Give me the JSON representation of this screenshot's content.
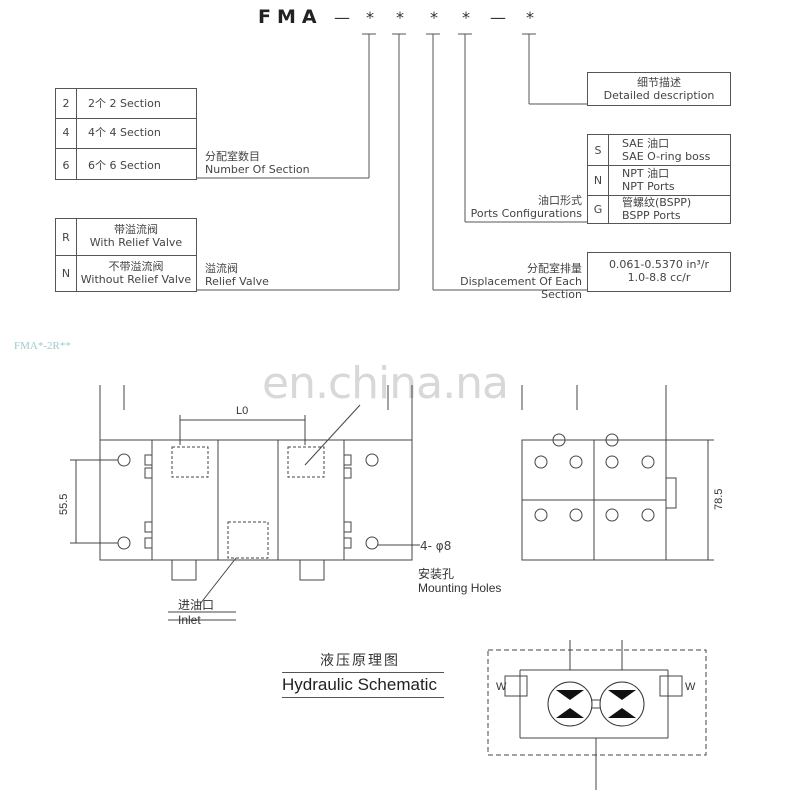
{
  "model_code": {
    "prefix": "FMA",
    "parts": [
      "—",
      "*",
      "*",
      "*",
      "*",
      "—",
      "*"
    ]
  },
  "section_count": {
    "rows": [
      {
        "key": "2",
        "value": "2个  2 Section"
      },
      {
        "key": "4",
        "value": "4个  4 Section"
      },
      {
        "key": "6",
        "value": "6个  6 Section"
      }
    ],
    "label_cn": "分配室数目",
    "label_en": "Number Of Section"
  },
  "relief_valve": {
    "rows": [
      {
        "key": "R",
        "value_cn": "带溢流阀",
        "value_en": "With Relief  Valve"
      },
      {
        "key": "N",
        "value_cn": "不带溢流阀",
        "value_en": "Without Relief Valve"
      }
    ],
    "label_cn": "溢流阀",
    "label_en": "Relief  Valve"
  },
  "description": {
    "value_cn": "细节描述",
    "value_en": "Detailed   description"
  },
  "ports": {
    "rows": [
      {
        "key": "S",
        "line1": "SAE  油口",
        "line2": "SAE  O-ring boss"
      },
      {
        "key": "N",
        "line1": "NPT 油口",
        "line2": "NPT  Ports"
      },
      {
        "key": "G",
        "line1": "管螺纹(BSPP)",
        "line2": "BSPP  Ports"
      }
    ],
    "label_cn": "油口形式",
    "label_en": "Ports Configurations"
  },
  "displacement": {
    "line1": "0.061-0.5370 in³/r",
    "line2": "1.0-8.8 cc/r",
    "label_cn": "分配室排量",
    "label_en": "Displacement Of Each Section"
  },
  "drawing": {
    "subtitle": "FMA*-2R**",
    "watermark": "en.china.na",
    "dim_l0": "L0",
    "dim_55": "55.5",
    "dim_785": "78.5",
    "hole_spec": "4- φ8",
    "mounting_cn": "安装孔",
    "mounting_en": "Mounting Holes",
    "inlet_cn": "进油口",
    "inlet_en": "Inlet"
  },
  "schematic": {
    "title_cn": "液压原理图",
    "title_en": "Hydraulic Schematic",
    "w_left": "W",
    "w_right": "W"
  }
}
